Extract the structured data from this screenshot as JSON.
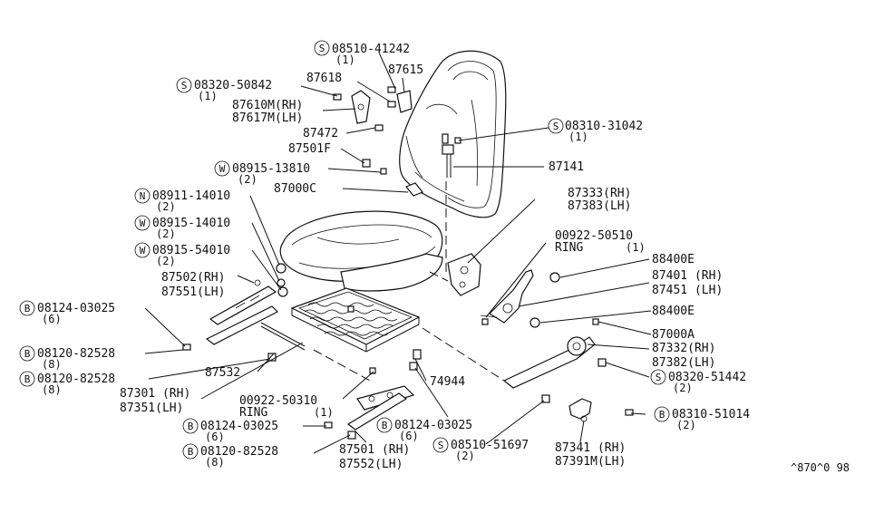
{
  "labels": {
    "s08510_41242": "08510-41242",
    "s08510_41242_q": "(1)",
    "p87618": "87618",
    "p87615": "87615",
    "s08320_50842": "08320-50842",
    "s08320_50842_q": "(1)",
    "p87610m": "87610M(RH)",
    "p87617m": "87617M(LH)",
    "p87472": "87472",
    "s08310_31042": "08310-31042",
    "s08310_31042_q": "(1)",
    "p87501f": "87501F",
    "w08915_13810": "08915-13810",
    "w08915_13810_q": "(2)",
    "p87141": "87141",
    "p87000c": "87000C",
    "p87333": "87333(RH)",
    "p87383": "87383(LH)",
    "n08911_14010": "08911-14010",
    "n08911_14010_q": "(2)",
    "w08915_14010": "08915-14010",
    "w08915_14010_q": "(2)",
    "p00922_50510": "00922-50510",
    "ring1": "RING",
    "ring1_q": "(1)",
    "w08915_54010": "08915-54010",
    "w08915_54010_q": "(2)",
    "p88400e_a": "88400E",
    "p87502": "87502(RH)",
    "p87551": "87551(LH)",
    "p87401": "87401 (RH)",
    "p87451": "87451 (LH)",
    "b08124_03025_a": "08124-03025",
    "b08124_03025_a_q": "(6)",
    "p88400e_b": "88400E",
    "p87000a": "87000A",
    "b08120_82528_a": "08120-82528",
    "b08120_82528_a_q": "(8)",
    "p87332": "87332(RH)",
    "p87382": "87382(LH)",
    "b08120_82528_b": "08120-82528",
    "b08120_82528_b_q": "(8)",
    "p87532": "87532",
    "p74944": "74944",
    "s08320_51442": "08320-51442",
    "s08320_51442_q": "(2)",
    "p87301": "87301 (RH)",
    "p87351": "87351(LH)",
    "p00922_50310": "00922-50310",
    "ring2": "RING",
    "ring2_q": "(1)",
    "b08310_51014": "08310-51014",
    "b08310_51014_q": "(2)",
    "b08124_03025_b": "08124-03025",
    "b08124_03025_b_q": "(6)",
    "b08124_03025_c": "08124-03025",
    "b08124_03025_c_q": "(6)",
    "s08510_51697": "08510-51697",
    "s08510_51697_q": "(2)",
    "p87341": "87341 (RH)",
    "p87391m": "87391M(LH)",
    "b08120_82528_c": "08120-82528",
    "b08120_82528_c_q": "(8)",
    "p87501": "87501 (RH)",
    "p87552": "87552(LH)"
  },
  "prefix": {
    "s": "S",
    "w": "W",
    "n": "N",
    "b": "B"
  },
  "footer_code": "^870^0 98"
}
